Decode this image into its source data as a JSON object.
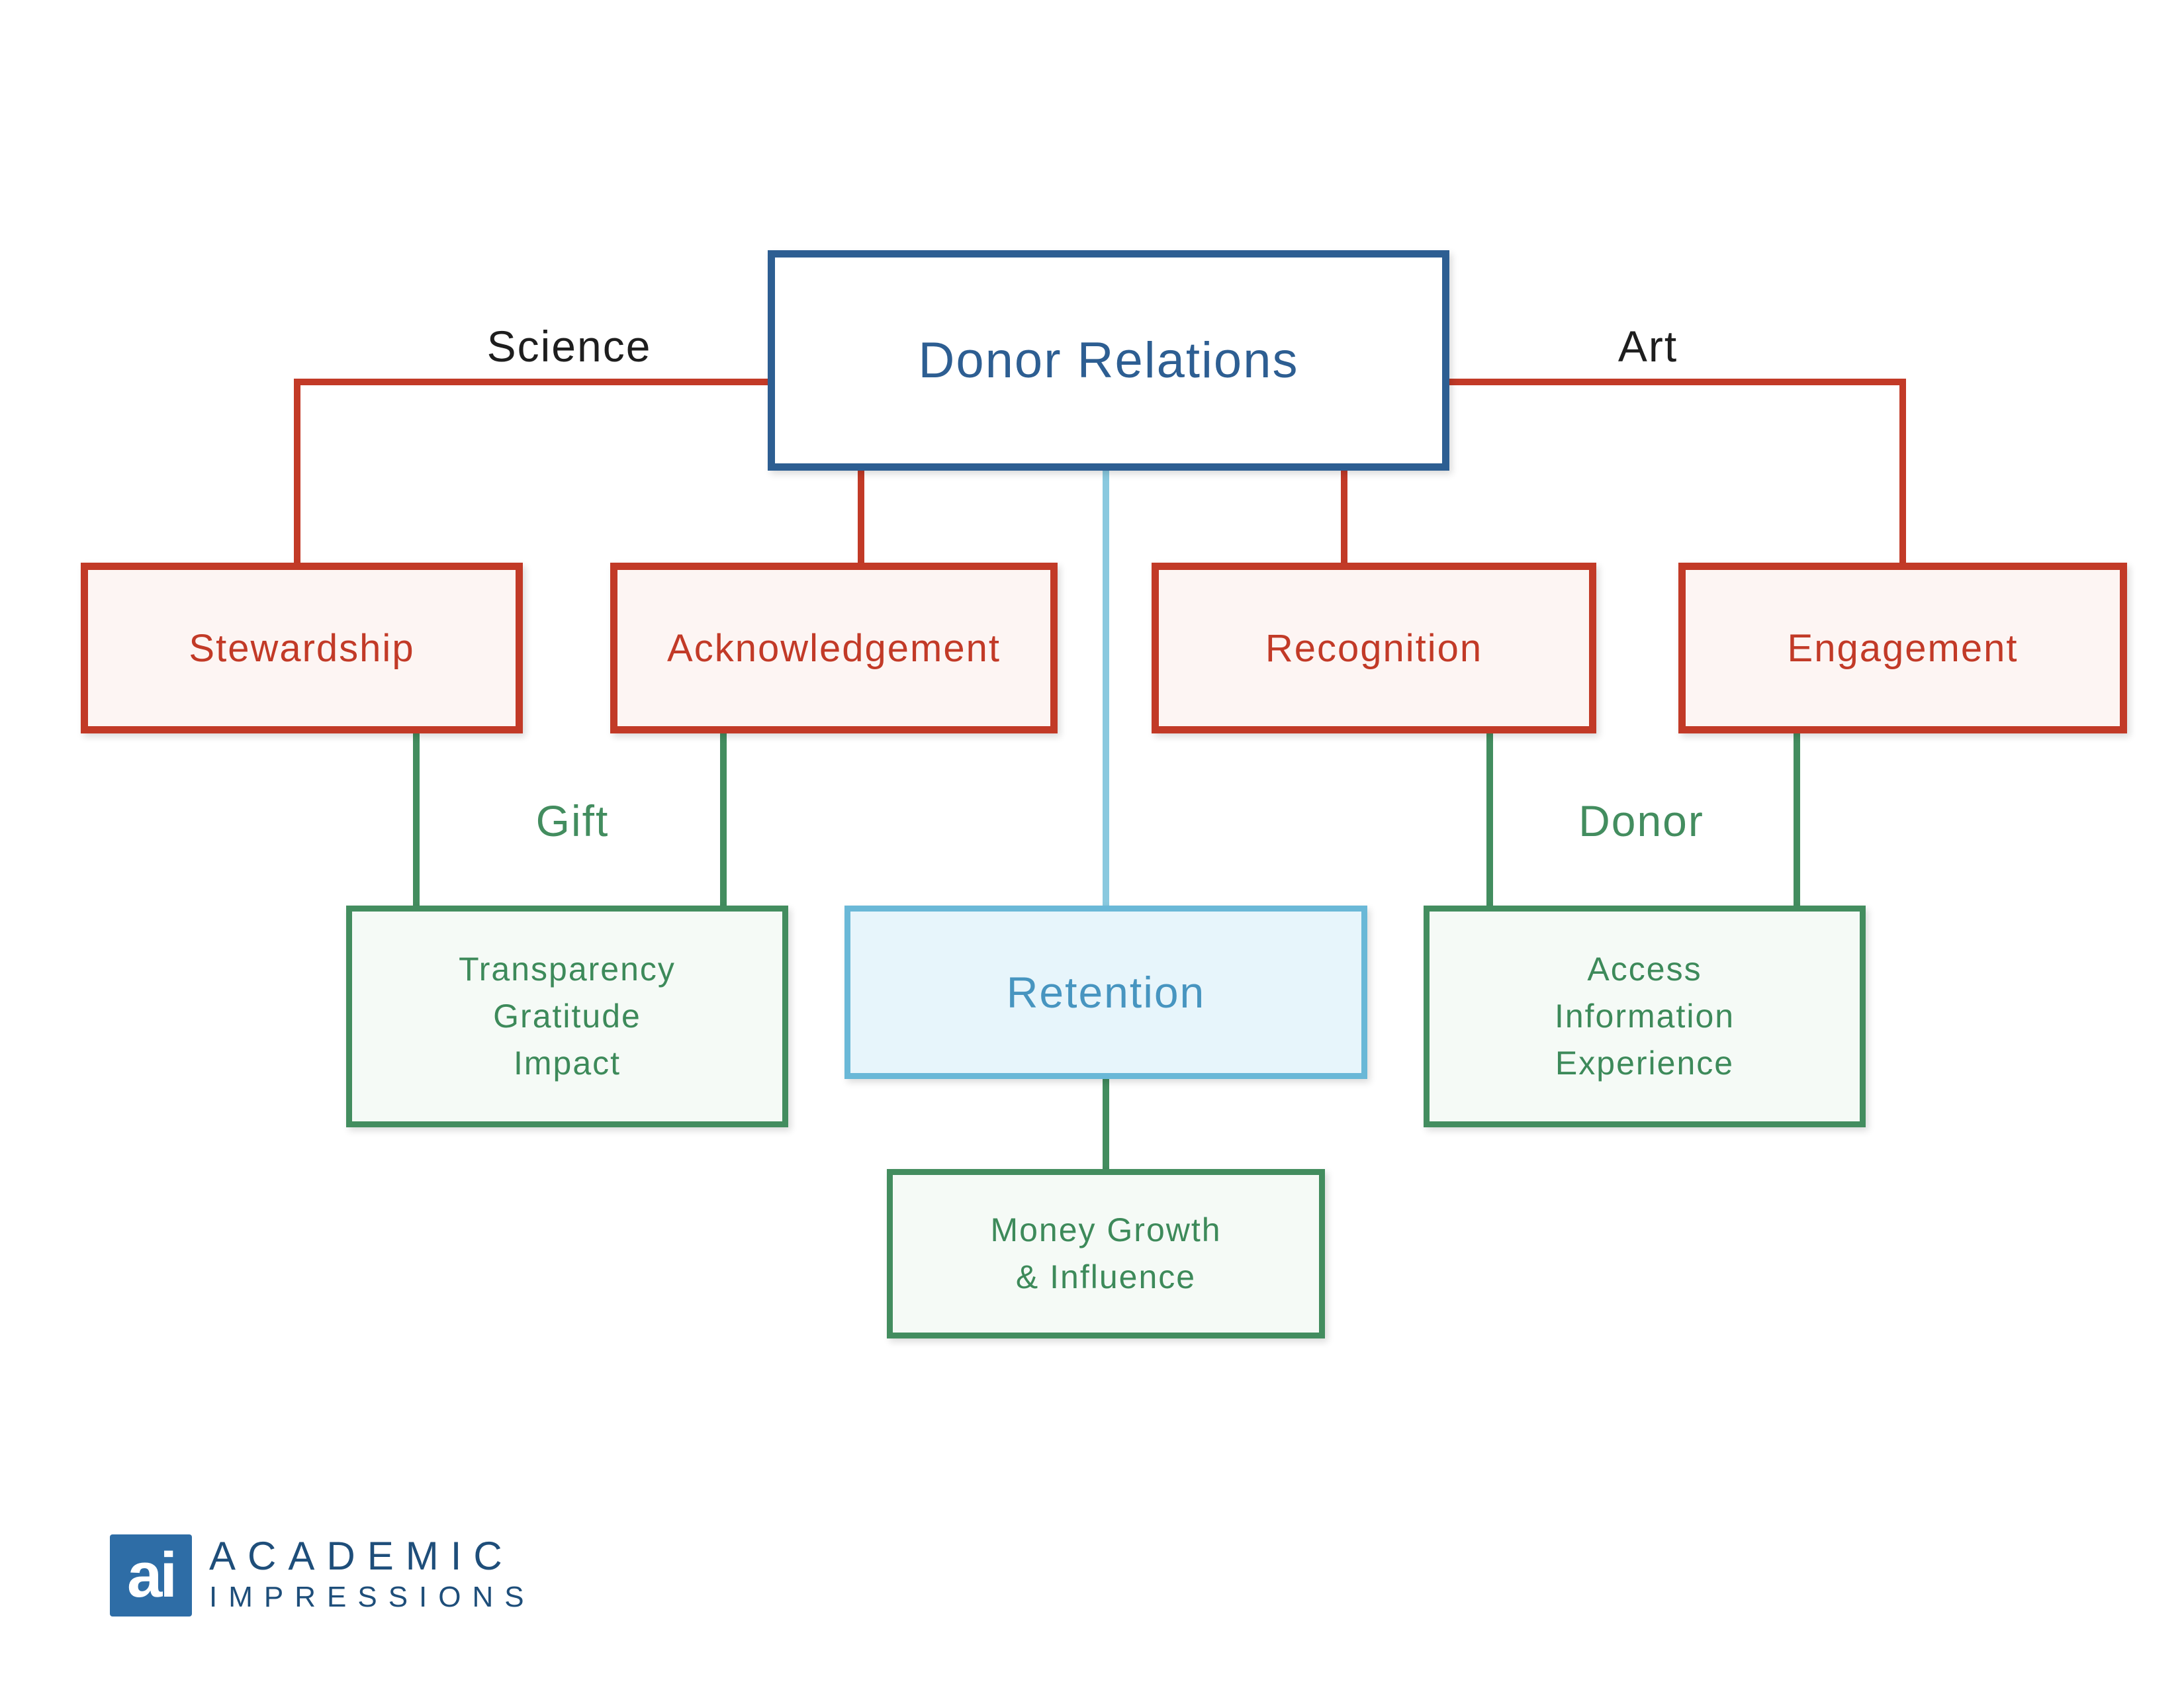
{
  "colors": {
    "red": "#c23a27",
    "red_fill": "#fdf5f3",
    "dark_blue": "#2d5e92",
    "light_blue_border": "#6ab8d7",
    "light_blue_fill": "#e7f5fb",
    "light_blue_text": "#4795c0",
    "light_blue_line": "#8ac9df",
    "green": "#438d5f",
    "green_fill": "#f5faf6",
    "logo_blue": "#2e6da6",
    "logo_text_blue": "#1e4e7a"
  },
  "diagram": {
    "root": "Donor Relations",
    "left_branch_label": "Science",
    "right_branch_label": "Art",
    "level2": {
      "stewardship": "Stewardship",
      "acknowledgement": "Acknowledgement",
      "recognition": "Recognition",
      "engagement": "Engagement"
    },
    "gift_label": "Gift",
    "donor_label": "Donor",
    "gift_box": {
      "line1": "Transparency",
      "line2": "Gratitude",
      "line3": "Impact"
    },
    "retention": "Retention",
    "donor_box": {
      "line1": "Access",
      "line2": "Information",
      "line3": "Experience"
    },
    "money_box": {
      "line1": "Money Growth",
      "line2": "& Influence"
    }
  },
  "logo": {
    "mark": "ai",
    "name_line1": "ACADEMIC",
    "name_line2": "IMPRESSIONS"
  }
}
